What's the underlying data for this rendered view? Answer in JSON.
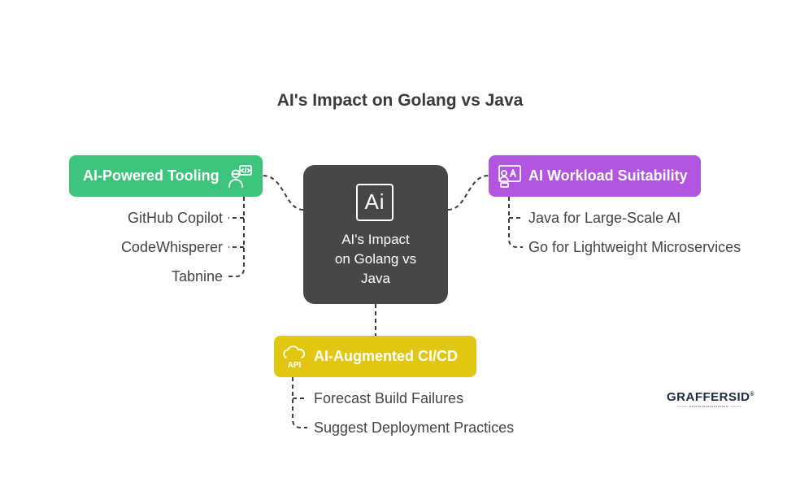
{
  "title": "AI's Impact on Golang vs Java",
  "center": {
    "icon_text": "Ai",
    "label_line1": "AI's Impact",
    "label_line2": "on Golang vs",
    "label_line3": "Java",
    "color": "#474747"
  },
  "nodes": [
    {
      "label": "AI-Powered Tooling",
      "icon": "developer-code-icon",
      "color": "#3dc47c",
      "items": [
        "GitHub Copilot",
        "CodeWhisperer",
        "Tabnine"
      ]
    },
    {
      "label": "AI Workload Suitability",
      "icon": "ai-user-board-icon",
      "color": "#b255e0",
      "items": [
        "Java for Large-Scale AI",
        "Go for Lightweight Microservices"
      ]
    },
    {
      "label": "AI-Augmented CI/CD",
      "icon": "cloud-api-icon",
      "icon_text": "API",
      "color": "#e2c712",
      "items": [
        "Forecast Build Failures",
        "Suggest Deployment Practices"
      ]
    }
  ],
  "logo": {
    "text": "GRAFFERSID",
    "mark": "®"
  }
}
